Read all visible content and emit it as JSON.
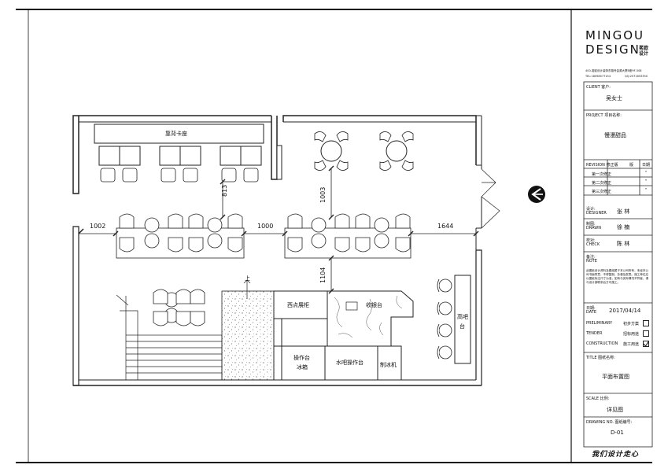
{
  "brand": {
    "name_line1": "MINGOU",
    "name_line2": "DESIGN",
    "name_cn": "茗欧设计",
    "address": "400-茗欧设计装饰东路号金源大厦B座9F-508",
    "tel": "TEL:18098577154",
    "qq": "QQ:2571653350"
  },
  "title_block": {
    "client_label": "CLIENT  客户:",
    "client_value": "吴女士",
    "project_label": "PROJECT  项目名称:",
    "project_value": "慢漫甜品",
    "revision_label": "REVISION  修正版",
    "revision_no": "版",
    "revision_date": "日期",
    "revisions": [
      {
        "label": "第一次修正",
        "mark": "\""
      },
      {
        "label": "第二次修正",
        "mark": "\""
      },
      {
        "label": "第三次修正",
        "mark": "\""
      }
    ],
    "designer_label_cn": "设计:",
    "designer_label": "DESIGNER",
    "designer_value": "张 林",
    "drawn_label_cn": "制图:",
    "drawn_label": "DRAWN",
    "drawn_value": "徐 楠",
    "check_label_cn": "校对:",
    "check_label": "CHECK",
    "check_value": "陈 林",
    "note_label_cn": "备注:",
    "note_label": "NOTE",
    "note_text": "此图纸设计资料及图纸属于本公司所有，未经本公司书面同意，不得复制、抄袭及发表。施工单位应以图纸标注尺寸为准，如有与实际情况不符者，请与设计部联系后方可施工。",
    "date_label_cn": "日期:",
    "date_label": "DATE",
    "date_value": "2017/04/14",
    "stages": [
      {
        "label": "PRELIMINARY",
        "cn": "初步方案",
        "checked": false
      },
      {
        "label": "TENDER",
        "cn": "招标用途",
        "checked": false
      },
      {
        "label": "CONSTRUCTION",
        "cn": "施工用途",
        "checked": true
      }
    ],
    "title_label": "TITLE  图纸名称:",
    "title_value": "平面布置图",
    "scale_label": "SCALE  比例:",
    "scale_value": "详见图",
    "drawing_no_label": "DRAWING NO.  图纸编号:",
    "drawing_no_value": "D-01",
    "slogan": "我们设计走心"
  },
  "plan": {
    "booth_label": "靠背卡座",
    "dims": {
      "d1002": "1002",
      "d813": "813",
      "d1000": "1000",
      "d1003": "1003",
      "d1644": "1644",
      "d1104": "1104"
    },
    "up_label": "上",
    "dessert_cabinet": "西点展柜",
    "cashier": "收银台",
    "counter_fridge_line1": "操作台",
    "counter_fridge_line2": "冰箱",
    "bar_counter": "水吧操作台",
    "ice_maker": "制冰机",
    "high_bar_line1": "高吧",
    "high_bar_line2": "台"
  }
}
